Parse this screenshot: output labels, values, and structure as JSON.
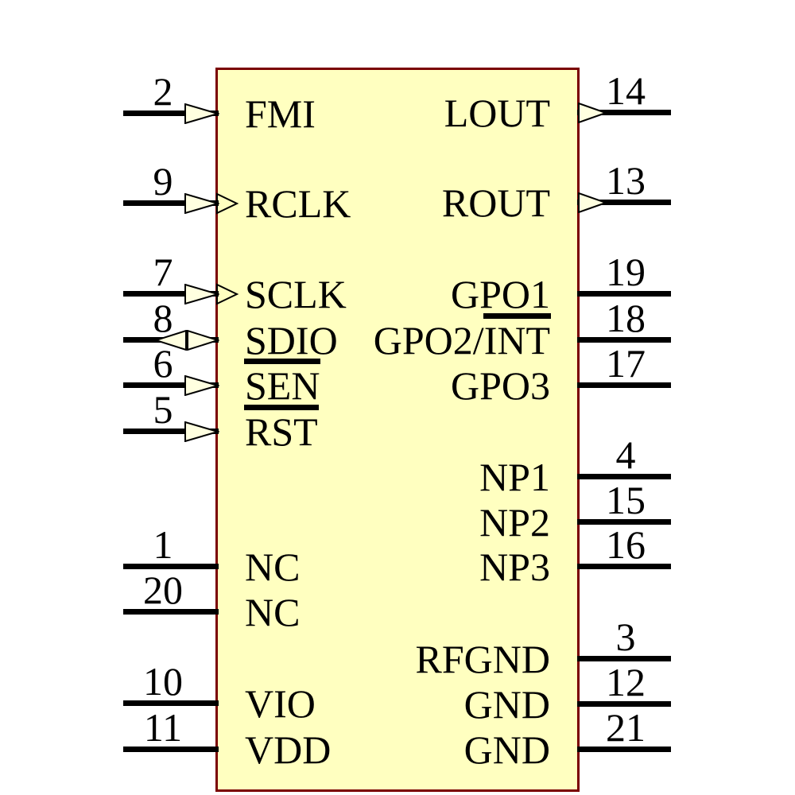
{
  "diagram": {
    "kind": "ic-schematic-symbol",
    "colors": {
      "body_fill": "#FFFFC0",
      "body_border": "#7A0000",
      "arrow_fill": "#FFFFE0",
      "line": "#000000",
      "background": "#FFFFFF"
    },
    "pins": {
      "left": [
        {
          "number": "2",
          "label": "FMI",
          "type": "input"
        },
        {
          "number": "9",
          "label": "RCLK",
          "type": "input-clock"
        },
        {
          "number": "7",
          "label": "SCLK",
          "type": "input-clock"
        },
        {
          "number": "8",
          "label": "SDIO",
          "type": "bidirectional"
        },
        {
          "number": "6",
          "label": "SEN",
          "type": "input",
          "overline_part": "SEN"
        },
        {
          "number": "5",
          "label": "RST",
          "type": "input",
          "overline_part": "RST"
        },
        {
          "number": "1",
          "label": "NC",
          "type": "passive"
        },
        {
          "number": "20",
          "label": "NC",
          "type": "passive"
        },
        {
          "number": "10",
          "label": "VIO",
          "type": "passive"
        },
        {
          "number": "11",
          "label": "VDD",
          "type": "passive"
        }
      ],
      "right": [
        {
          "number": "14",
          "label": "LOUT",
          "type": "output"
        },
        {
          "number": "13",
          "label": "ROUT",
          "type": "output"
        },
        {
          "number": "19",
          "label": "GPO1",
          "type": "passive"
        },
        {
          "number": "18",
          "label": "GPO2/INT",
          "type": "passive",
          "overline_part": "INT"
        },
        {
          "number": "17",
          "label": "GPO3",
          "type": "passive"
        },
        {
          "number": "4",
          "label": "NP1",
          "type": "passive"
        },
        {
          "number": "15",
          "label": "NP2",
          "type": "passive"
        },
        {
          "number": "16",
          "label": "NP3",
          "type": "passive"
        },
        {
          "number": "3",
          "label": "RFGND",
          "type": "passive"
        },
        {
          "number": "12",
          "label": "GND",
          "type": "passive"
        },
        {
          "number": "21",
          "label": "GND",
          "type": "passive"
        }
      ]
    }
  }
}
